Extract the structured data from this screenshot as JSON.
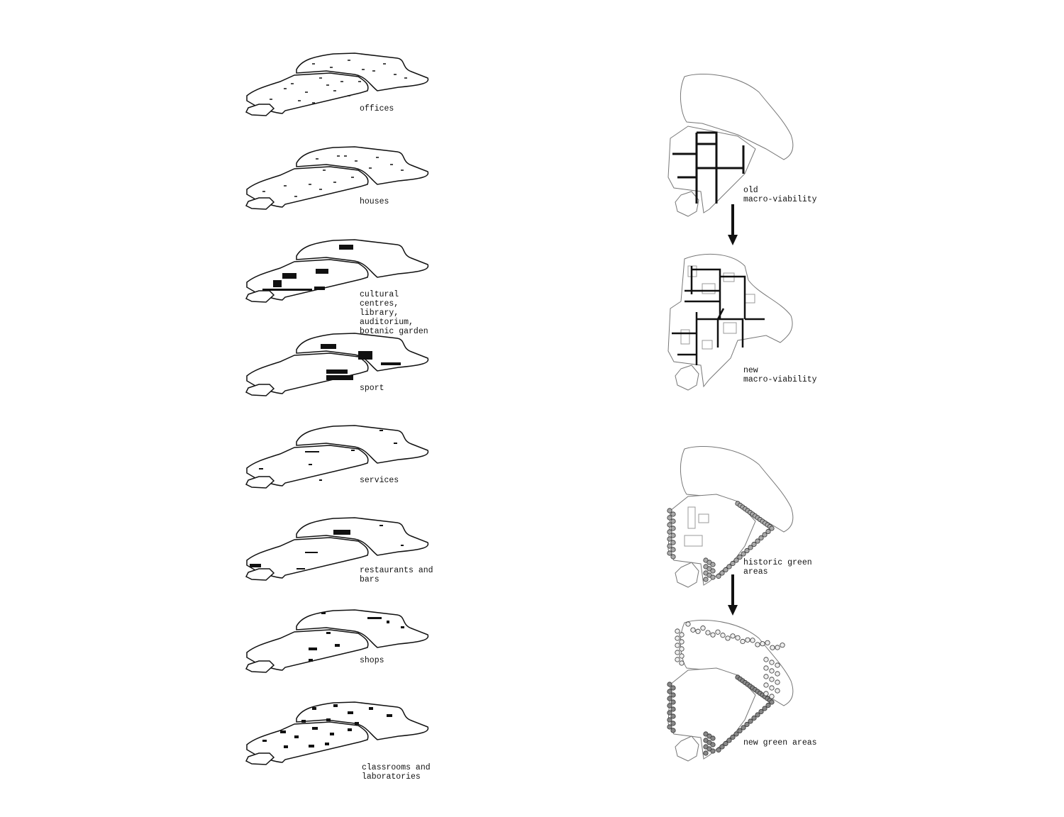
{
  "layers": [
    {
      "label": "offices"
    },
    {
      "label": "houses"
    },
    {
      "label": "cultural centres,\nlibrary, auditorium,\nbotanic garden"
    },
    {
      "label": "sport"
    },
    {
      "label": "services"
    },
    {
      "label": "restaurants and\nbars"
    },
    {
      "label": "shops"
    },
    {
      "label": "classrooms and\nlaboratories"
    }
  ],
  "maps": [
    {
      "label": "old\nmacro-viability"
    },
    {
      "label": "new\nmacro-viability"
    },
    {
      "label": "historic green\nareas"
    },
    {
      "label": "new green areas"
    }
  ]
}
